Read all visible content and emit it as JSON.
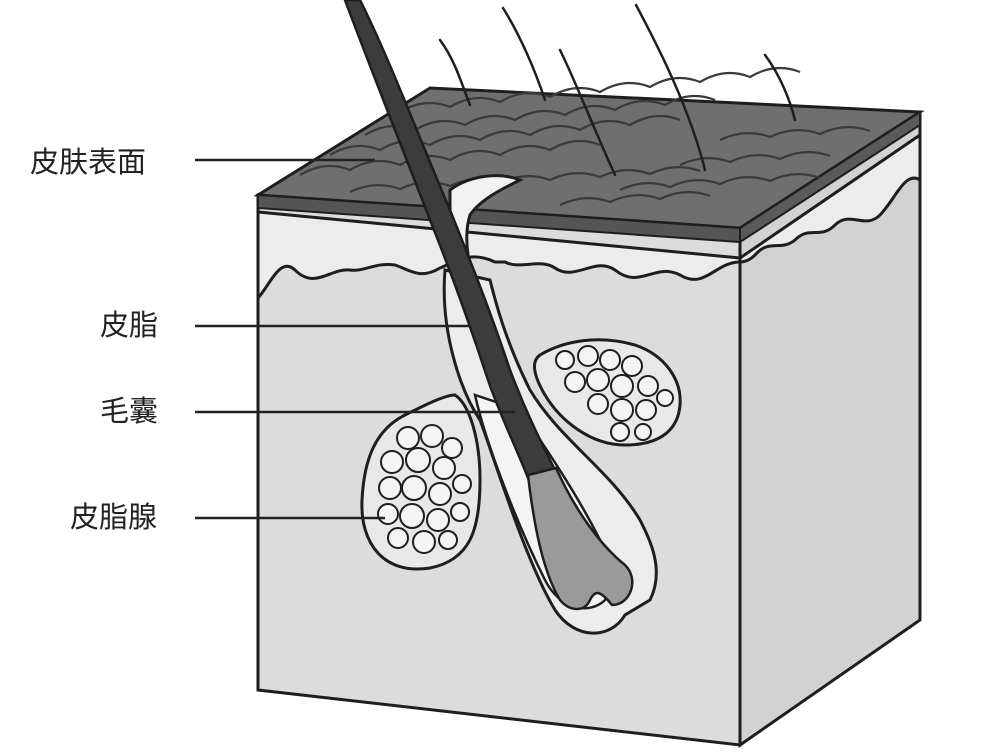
{
  "labels": {
    "skin_surface": "皮肤表面",
    "sebum": "皮脂",
    "hair_follicle": "毛囊",
    "sebaceous_gland": "皮脂腺"
  },
  "colors": {
    "outline": "#1e1e1e",
    "epidermis_top": "#6f6f6f",
    "scale_line": "#3a3a3a",
    "dermis_light": "#ececec",
    "block_front": "#dcdcdc",
    "block_side": "#d2d2d2",
    "hair": "#3c3c3c",
    "bulb": "#9a9a9a",
    "gland_fill": "#e8e8e8",
    "cell_fill": "#f4f4f4"
  },
  "icons": {
    "skin_block": "skin-cross-section-illustration"
  }
}
